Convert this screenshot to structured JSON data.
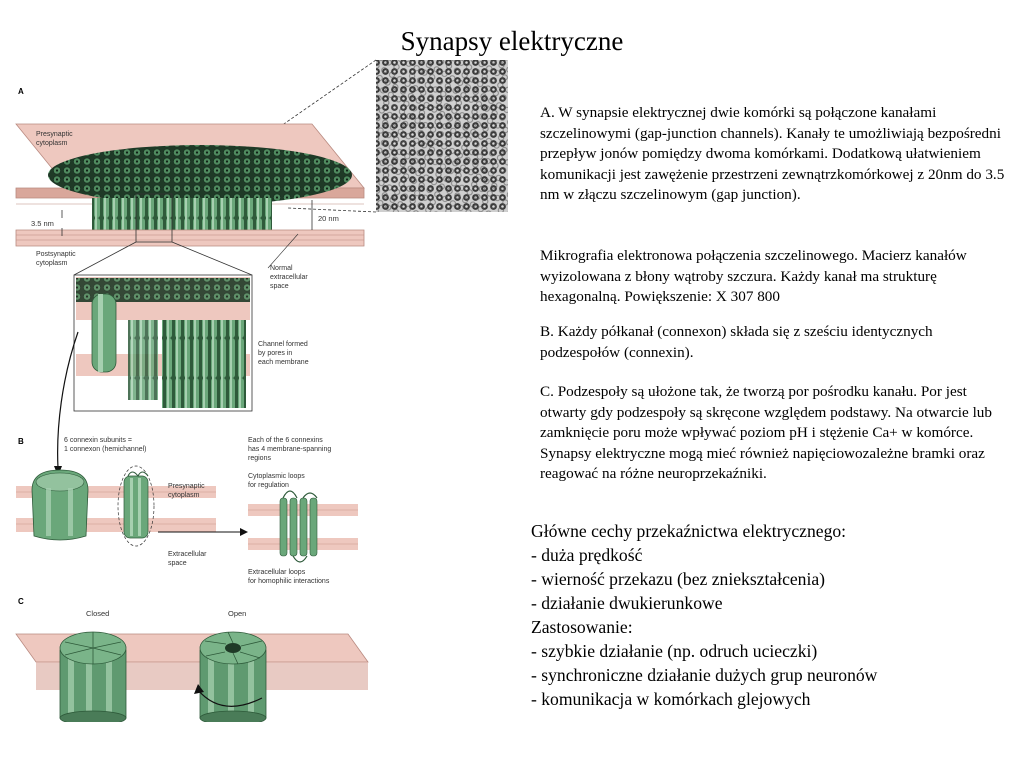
{
  "slide": {
    "title": "Synapsy elektryczne",
    "paragraphs": [
      "A. W synapsie elektrycznej dwie komórki są połączone kanałami szczelinowymi (gap-junction channels). Kanały te umożliwiają bezpośredni przepływ jonów pomiędzy dwoma komórkami. Dodatkową ułatwieniem komunikacji jest zawężenie przestrzeni zewnątrzkomórkowej z 20nm do 3.5 nm w złączu szczelinowym (gap junction).",
      "Mikrografia elektronowa połączenia szczelinowego. Macierz kanałów wyizolowana z błony wątroby szczura. Każdy kanał ma strukturę hexagonalną. Powiększenie: X 307 800",
      "B. Każdy półkanał (connexon) składa się z sześciu identycznych podzespołów (connexin).",
      "C. Podzespoły są ułożone tak, że tworzą por pośrodku kanału. Por jest otwarty gdy podzespoły są skręcone względem podstawy. Na otwarcie lub zamknięcie poru może wpływać poziom pH i stężenie Ca+ w komórce. Synapsy elektryczne mogą mieć również napięciowozależne bramki oraz reagować na różne neuroprzekaźniki."
    ],
    "features": [
      "Główne cechy przekaźnictwa elektrycznego:",
      "- duża prędkość",
      "- wierność przekazu (bez zniekształcenia)",
      "- działanie dwukierunkowe",
      "Zastosowanie:",
      "- szybkie działanie (np. odruch ucieczki)",
      "- synchroniczne działanie dużych grup neuronów",
      "- komunikacja w komórkach glejowych"
    ]
  },
  "figure": {
    "panel_a": "A",
    "panel_b": "B",
    "panel_c": "C",
    "presynaptic": [
      "Presynaptic",
      "cytoplasm"
    ],
    "postsynaptic": [
      "Postsynaptic",
      "cytoplasm"
    ],
    "gap_small": "3.5 nm",
    "gap_large": "20 nm",
    "normal_space": [
      "Normal",
      "extracellular",
      "space"
    ],
    "channel_formed": [
      "Channel formed",
      "by pores in",
      "each membrane"
    ],
    "connexin_subunits": [
      "6 connexin subunits =",
      "1 connexon (hemichannel)"
    ],
    "each_connexin": [
      "Each of the 6 connexins",
      "has 4 membrane-spanning",
      "regions"
    ],
    "presynaptic_b": [
      "Presynaptic",
      "cytoplasm"
    ],
    "extracellular_b": [
      "Extracellular",
      "space"
    ],
    "cyto_loops": [
      "Cytoplasmic loops",
      "for regulation"
    ],
    "extra_loops": [
      "Extracellular loops",
      "for homophilic interactions"
    ],
    "closed": "Closed",
    "open": "Open",
    "colors": {
      "membrane": "#eec8bf",
      "membrane_dark": "#d9a79b",
      "channel": "#5f9a70",
      "channel_light": "#93c29e",
      "channel_dark": "#2e5a3a"
    }
  }
}
